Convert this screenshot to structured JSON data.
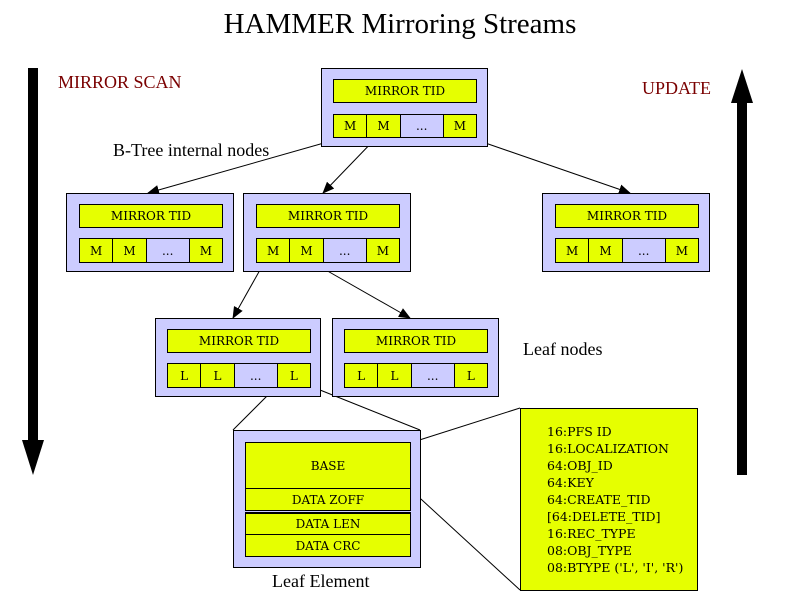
{
  "title": "HAMMER Mirroring Streams",
  "labels": {
    "mirror_scan": "MIRROR SCAN",
    "update": "UPDATE",
    "internal_nodes": "B-Tree internal nodes",
    "leaf_nodes": "Leaf nodes",
    "leaf_element": "Leaf Element"
  },
  "colors": {
    "node_fill": "#ccccff",
    "field_fill": "#e6ff00",
    "label_accent": "#7a0000"
  },
  "node_header": "MIRROR TID",
  "internal_cells": [
    "M",
    "M",
    "...",
    "M"
  ],
  "leaf_cells": [
    "L",
    "L",
    "...",
    "L"
  ],
  "leaf_element": {
    "rows": [
      "BASE",
      "DATA ZOFF",
      "DATA LEN",
      "DATA CRC"
    ]
  },
  "base_fields": [
    "16:PFS ID",
    "16:LOCALIZATION",
    "64:OBJ_ID",
    "64:KEY",
    "64:CREATE_TID",
    "[64:DELETE_TID]",
    "16:REC_TYPE",
    "08:OBJ_TYPE",
    "08:BTYPE ('L', 'I', 'R')"
  ]
}
